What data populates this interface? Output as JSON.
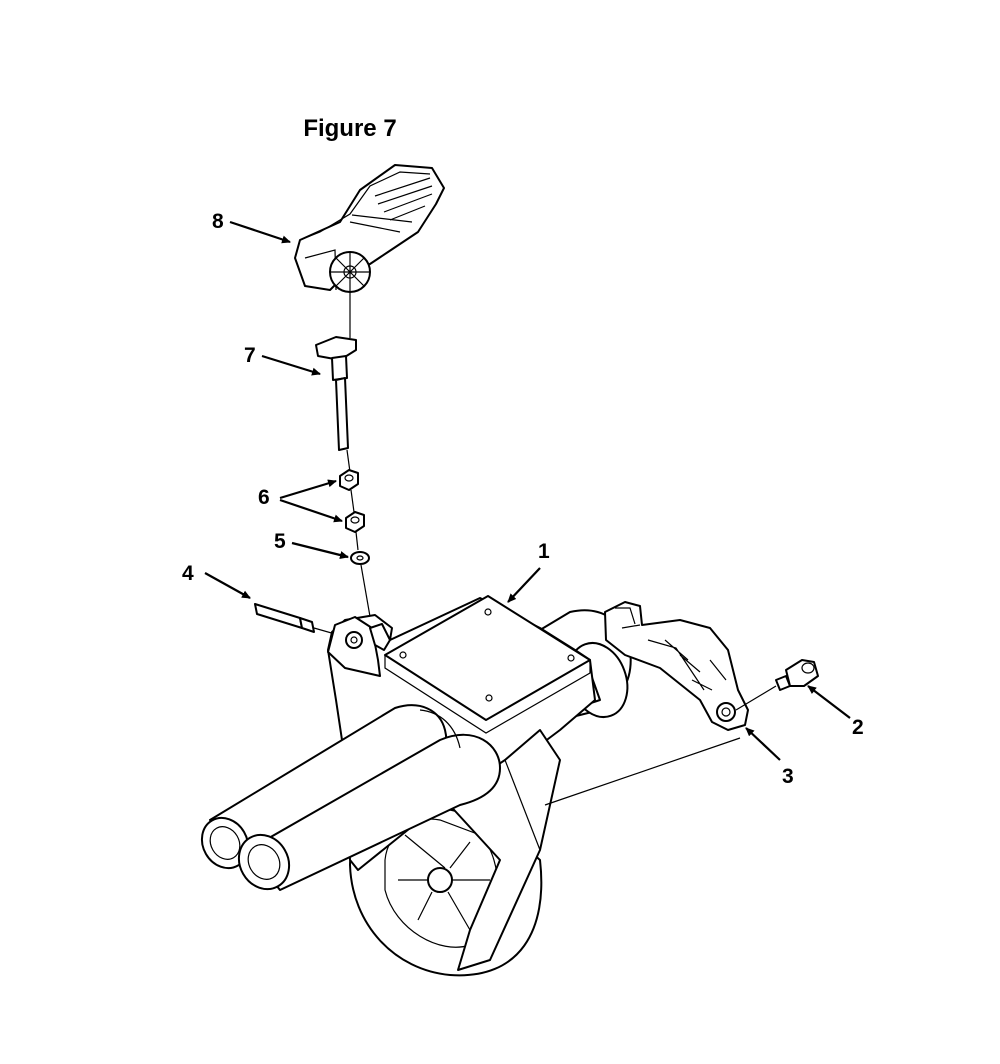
{
  "figure": {
    "title": "Figure 7"
  },
  "callouts": [
    {
      "id": "1",
      "label": "1"
    },
    {
      "id": "2",
      "label": "2"
    },
    {
      "id": "3",
      "label": "3"
    },
    {
      "id": "4",
      "label": "4"
    },
    {
      "id": "5",
      "label": "5"
    },
    {
      "id": "6",
      "label": "6"
    },
    {
      "id": "7",
      "label": "7"
    },
    {
      "id": "8",
      "label": "8"
    }
  ]
}
